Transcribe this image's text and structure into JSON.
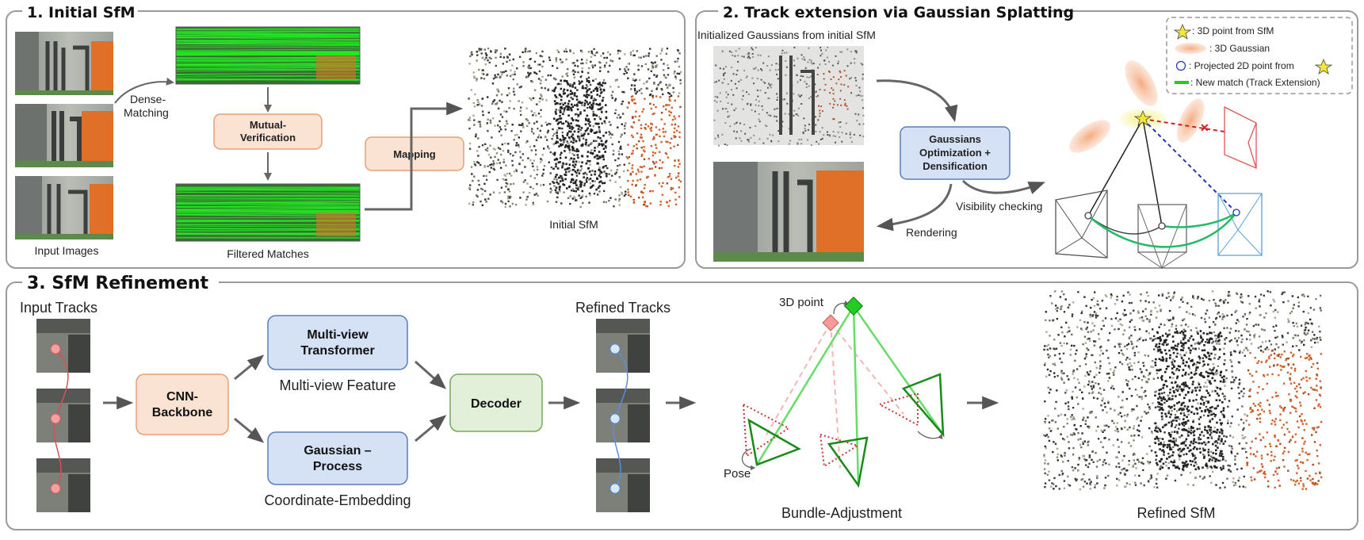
{
  "section1": {
    "title": "1. Initial SfM",
    "input_images_label": "Input Images",
    "dense_matching_label": "Dense-\nMatching",
    "mutual_verification_label": "Mutual-\nVerification",
    "filtered_matches_label": "Filtered Matches",
    "mapping_label": "Mapping",
    "initial_sfm_label": "Initial SfM"
  },
  "section2": {
    "title": "2. Track extension via Gaussian Splatting",
    "init_gaussians_label": "Initialized Gaussians from initial SfM",
    "optimization_label": "Gaussians\nOptimization +\nDensification",
    "visibility_label": "Visibility checking",
    "rendering_label": "Rendering",
    "legend": [
      ": 3D point from SfM",
      ": 3D Gaussian",
      ": Projected 2D point from",
      ": New match (Track Extension)"
    ]
  },
  "section3": {
    "title": "3. SfM Refinement",
    "input_tracks_label": "Input Tracks",
    "cnn_label": "CNN-\nBackbone",
    "mvt_label": "Multi-view\nTransformer",
    "mv_feature_label": "Multi-view Feature",
    "gp_label": "Gaussian –\nProcess",
    "coord_embed_label": "Coordinate-Embedding",
    "decoder_label": "Decoder",
    "refined_tracks_label": "Refined Tracks",
    "point3d_label": "3D point",
    "pose_label": "Pose",
    "ba_label": "Bundle-Adjustment",
    "refined_sfm_label": "Refined SfM"
  },
  "colors": {
    "panel_border": "#9a9a9a",
    "orange_box_fill": "#fbe3d4",
    "orange_box_stroke": "#e6a077",
    "blue_box_fill": "#d5e1f4",
    "blue_box_stroke": "#5a7fb8",
    "green_box_fill": "#e2f0d9",
    "green_box_stroke": "#74a95a",
    "match_green": "#22cc22",
    "ba_green": "#1a8a1a",
    "orange_wall": "#e07028",
    "arrow_gray": "#666666"
  }
}
